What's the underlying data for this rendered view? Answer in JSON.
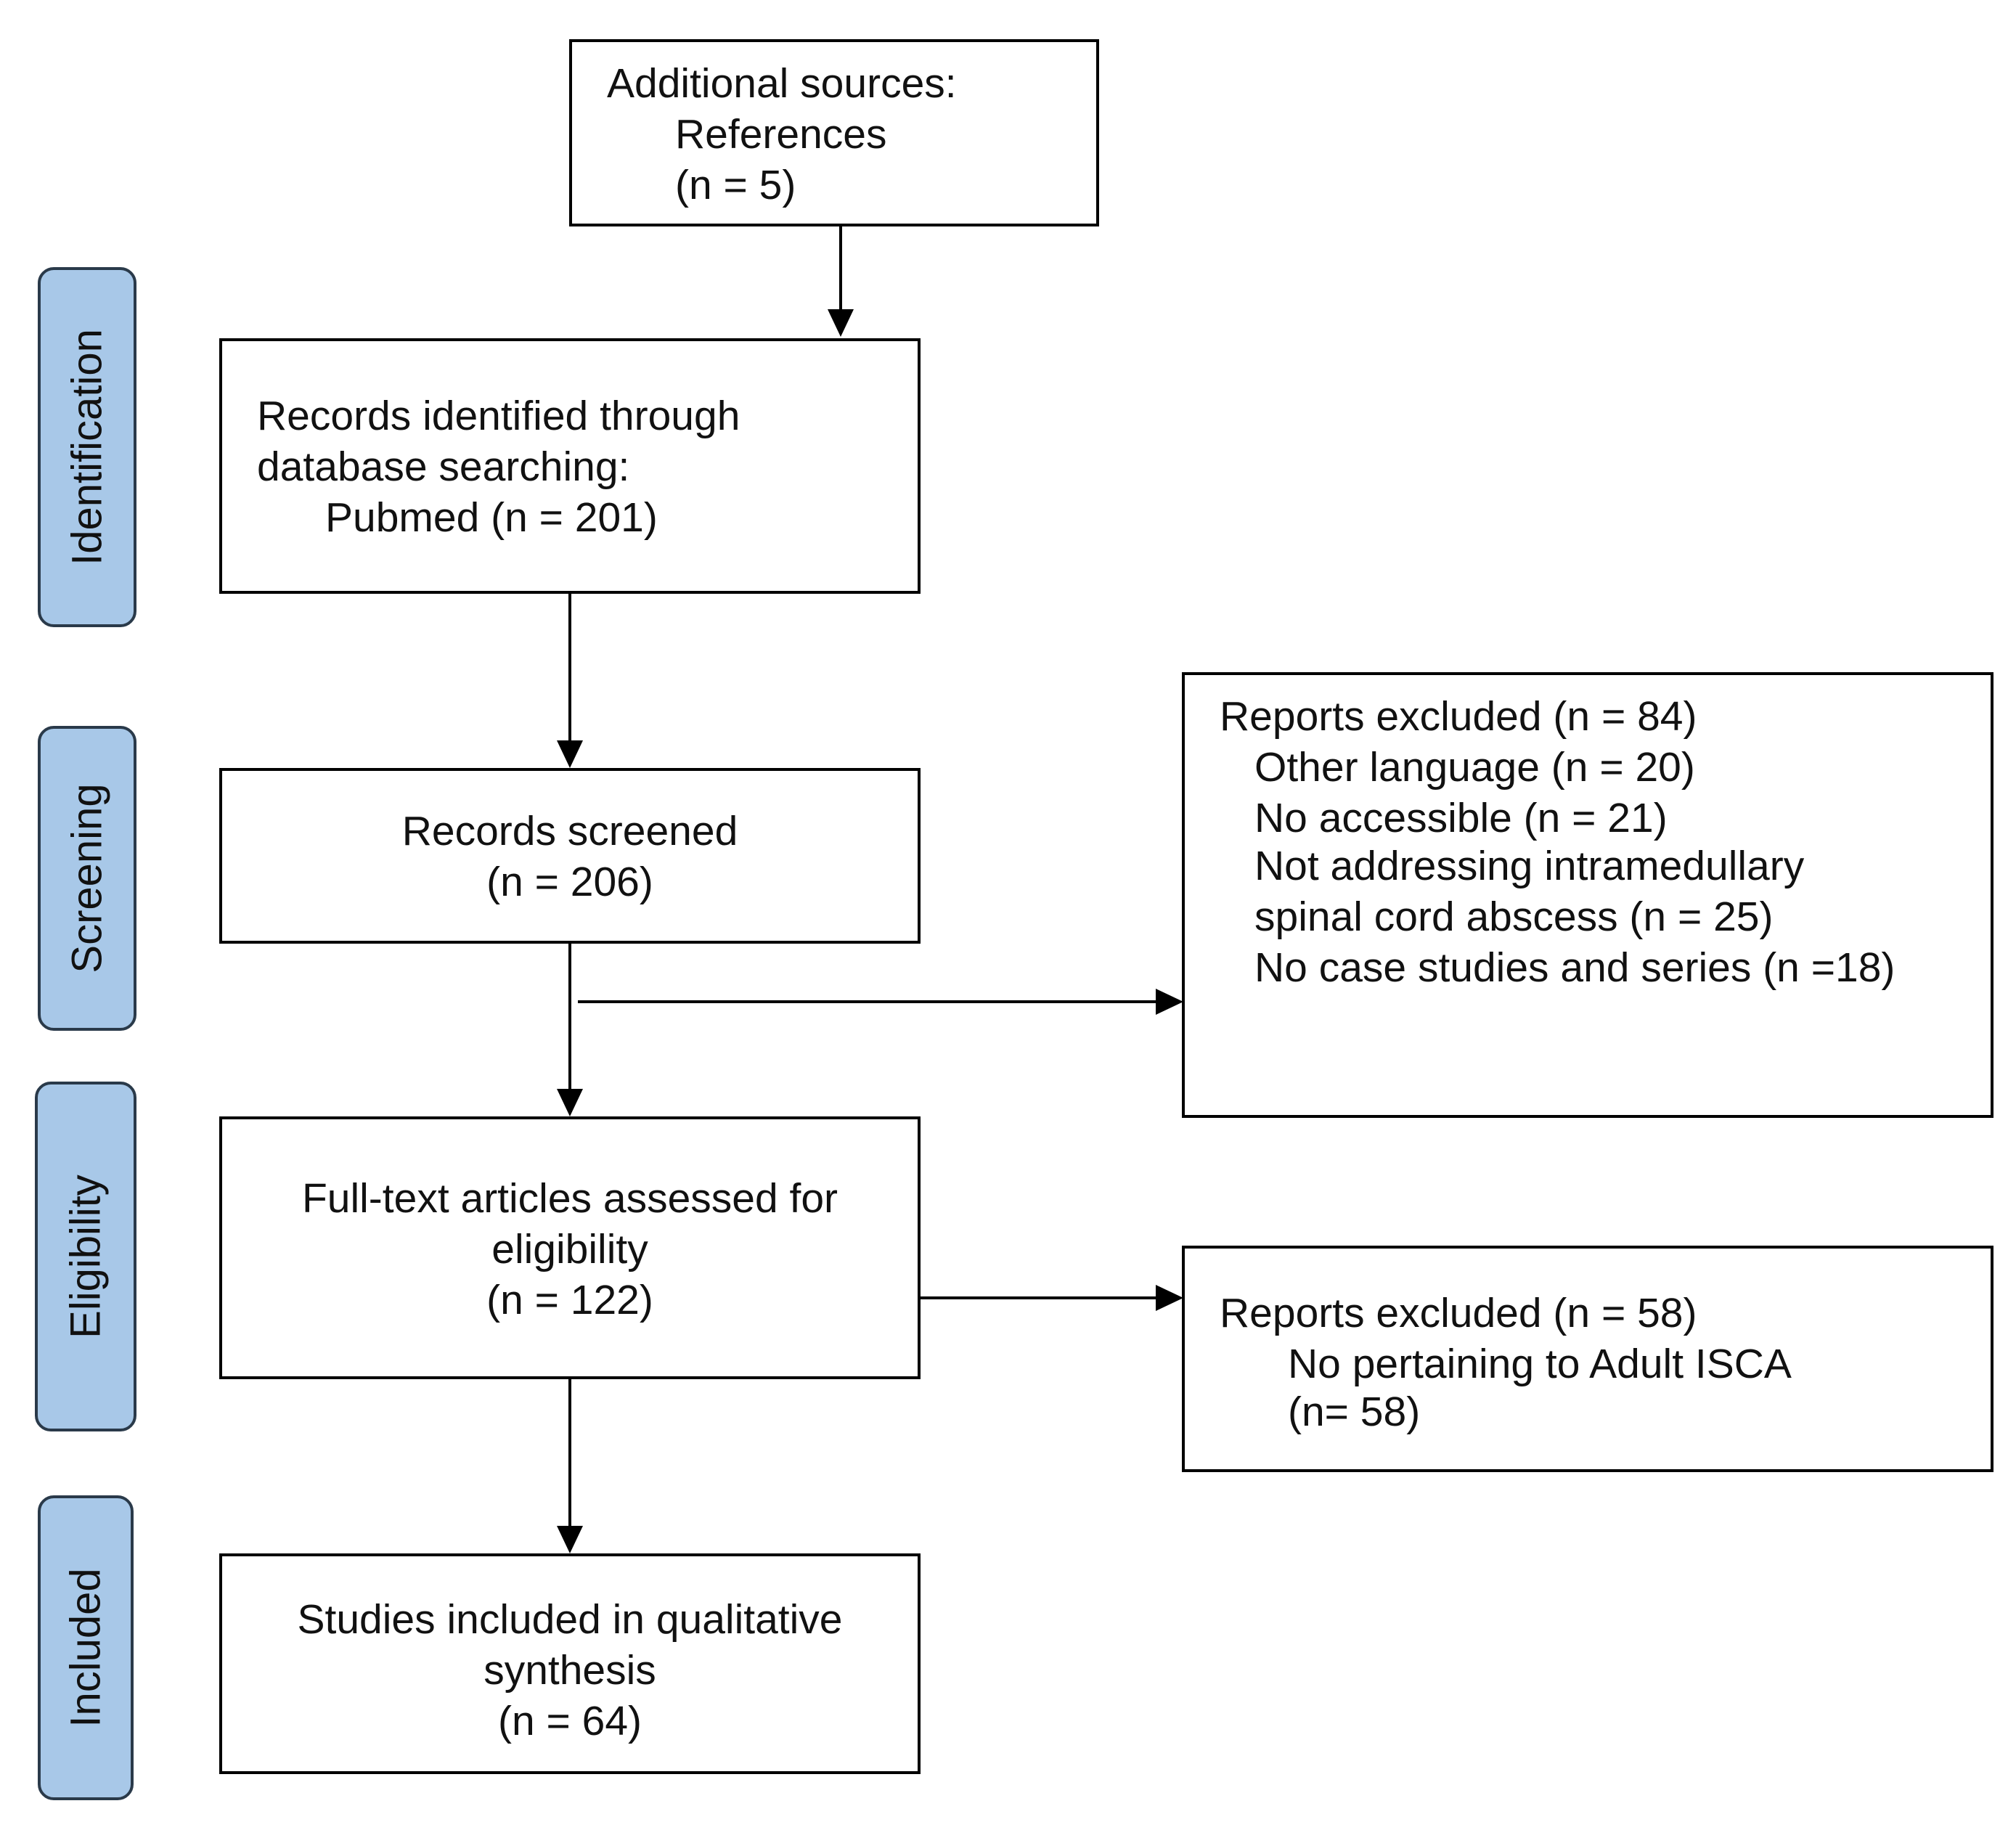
{
  "stages": {
    "identification": "Identification",
    "screening": "Screening",
    "eligibility": "Eligibility",
    "included": "Included"
  },
  "boxes": {
    "additional_sources": [
      "Additional sources:",
      "References",
      "(n = 5)"
    ],
    "records_identified": [
      "Records identified through",
      "database searching:",
      "Pubmed (n = 201)"
    ],
    "records_screened": [
      "Records screened",
      "(n = 206)"
    ],
    "reports_excluded_screening": [
      "Reports excluded (n = 84)",
      "Other language (n = 20)",
      "No accessible (n = 21)",
      "Not addressing intramedullary",
      "spinal cord abscess (n = 25)",
      "No case studies and series (n =18)"
    ],
    "full_text_assessed": [
      "Full-text articles assessed for",
      "eligibility",
      "(n = 122)"
    ],
    "reports_excluded_eligibility": [
      "Reports excluded (n = 58)",
      "No pertaining to Adult ISCA",
      "(n= 58)"
    ],
    "studies_included": [
      "Studies included in qualitative",
      "synthesis",
      "(n = 64)"
    ]
  }
}
